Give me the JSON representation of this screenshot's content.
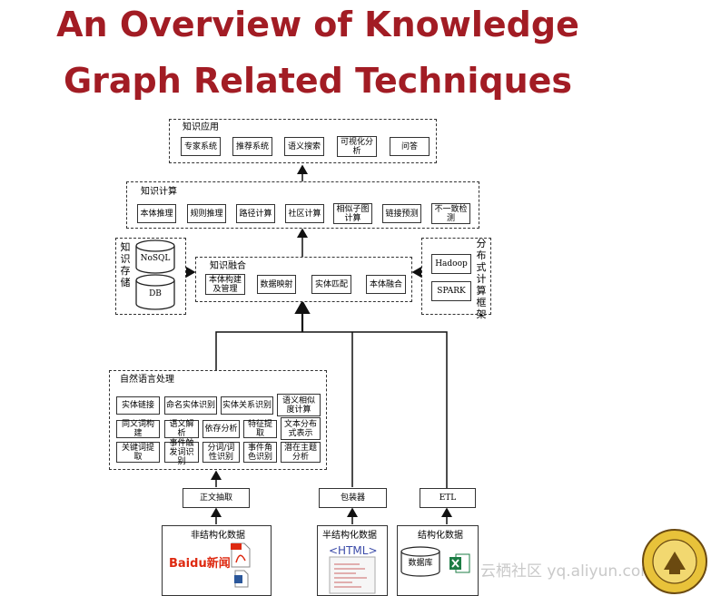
{
  "title": {
    "line1": "An Overview of Knowledge",
    "line2": "Graph Related Techniques"
  },
  "applications": {
    "label": "知识应用",
    "items": [
      "专家系统",
      "推荐系统",
      "语义搜索",
      "可视化分析",
      "问答"
    ]
  },
  "computation": {
    "label": "知识计算",
    "items": [
      "本体推理",
      "规则推理",
      "路径计算",
      "社区计算",
      "相似子图计算",
      "链接预测",
      "不一致检测"
    ]
  },
  "storage": {
    "label": "知识存储",
    "items": [
      "NoSQL",
      "DB"
    ]
  },
  "fusion": {
    "label": "知识融合",
    "items": [
      "本体构建及管理",
      "数据映射",
      "实体匹配",
      "本体融合"
    ]
  },
  "distributed": {
    "label": "分布式计算框架",
    "items": [
      "Hadoop",
      "SPARK"
    ]
  },
  "nlp": {
    "label": "自然语言处理",
    "rows": [
      [
        "实体链接",
        "命名实体识别",
        "实体关系识别",
        "语义相似度计算"
      ],
      [
        "同义词构建",
        "语义解析",
        "依存分析",
        "特征提取",
        "文本分布式表示"
      ],
      [
        "关键词提取",
        "事件触发词识别",
        "分词/词性识别",
        "事件角色识别",
        "潜在主题分析"
      ]
    ]
  },
  "extractors": [
    "正文抽取",
    "包装器",
    "ETL"
  ],
  "sources": {
    "unstructured": {
      "label": "非结构化数据",
      "logo": "Baidu新闻"
    },
    "semistructured": {
      "label": "半结构化数据",
      "tag": "<HTML>"
    },
    "structured": {
      "label": "结构化数据",
      "db": "数据库"
    }
  },
  "watermark": "云栖社区 yq.aliyun.com",
  "colors": {
    "title": "#a21c24",
    "baidu_red": "#de2910",
    "baidu_blue": "#2932e1",
    "excel_green": "#1d7d45"
  }
}
